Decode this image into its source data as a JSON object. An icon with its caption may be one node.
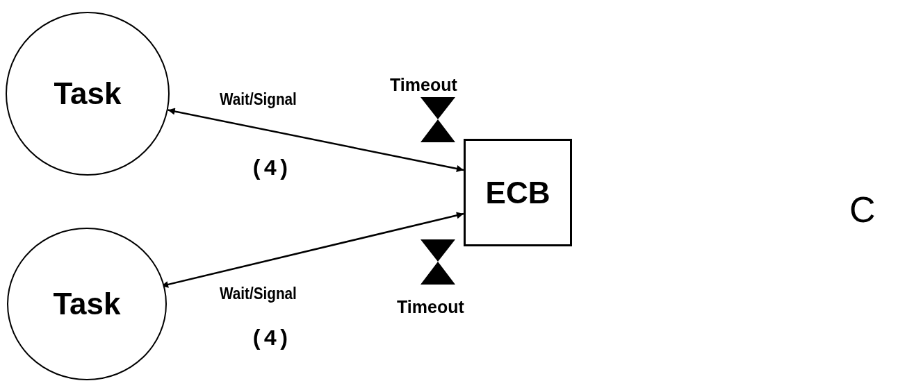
{
  "diagram": {
    "nodes": [
      {
        "text": [
          "Task"
        ]
      },
      {
        "text": [
          "Task"
        ]
      },
      {
        "text": [
          "ECB"
        ]
      }
    ],
    "edges": [
      {
        "from": 0,
        "to": 2,
        "arrow": "both",
        "label": "Wait/Signal"
      },
      {
        "from": 1,
        "to": 2,
        "arrow": "both",
        "label": "Wait/Signal"
      }
    ],
    "labels": [
      "Timeout",
      "(4)",
      "C",
      "Timeout",
      "(4)"
    ]
  }
}
